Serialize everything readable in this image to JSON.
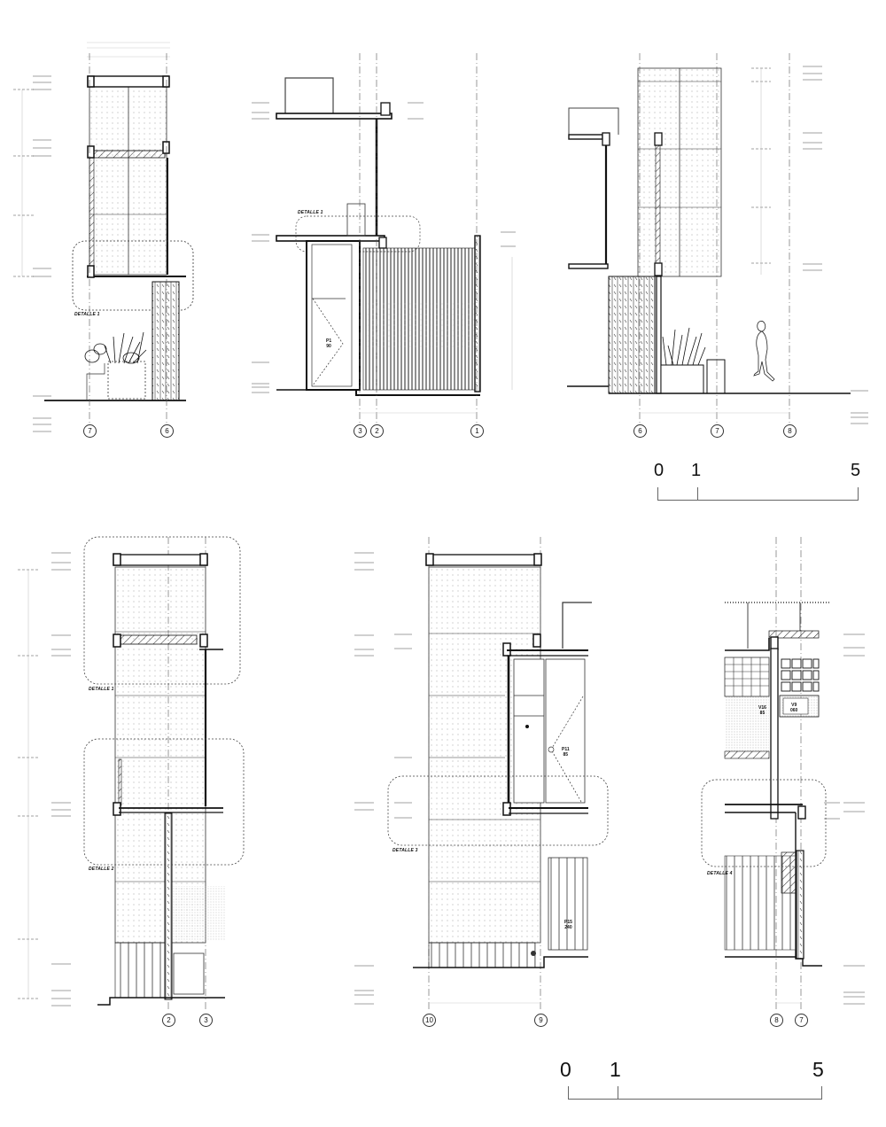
{
  "drawing": {
    "type": "architectural wall sections",
    "background": "#ffffff",
    "line_color": "#111111",
    "sections_top": [
      {
        "id": "section-a",
        "grid_axes": [
          "7",
          "6"
        ],
        "detail_label": "DETALLE 1"
      },
      {
        "id": "section-b",
        "grid_axes": [
          "3",
          "2",
          "1"
        ],
        "detail_label": "DETALLE 1",
        "door_tag": [
          "P1",
          "90"
        ]
      },
      {
        "id": "section-c",
        "grid_axes": [
          "6",
          "7",
          "8"
        ]
      }
    ],
    "sections_bottom": [
      {
        "id": "section-d",
        "grid_axes": [
          "2",
          "3"
        ],
        "detail_labels": [
          "DETALLE 1",
          "DETALLE 2"
        ]
      },
      {
        "id": "section-e",
        "grid_axes": [
          "10",
          "9"
        ],
        "detail_label": "DETALLE 3",
        "door_tags": [
          [
            "P11",
            "85"
          ],
          [
            "P15",
            "240"
          ]
        ]
      },
      {
        "id": "section-f",
        "grid_axes": [
          "8",
          "7"
        ],
        "detail_label": "DETALLE 4",
        "window_tags": [
          [
            "V16",
            "85"
          ],
          [
            "V9",
            "060"
          ]
        ]
      }
    ],
    "scale_bars": [
      {
        "labels": [
          "0",
          "1",
          "5"
        ]
      },
      {
        "labels": [
          "0",
          "1",
          "5"
        ]
      }
    ]
  }
}
